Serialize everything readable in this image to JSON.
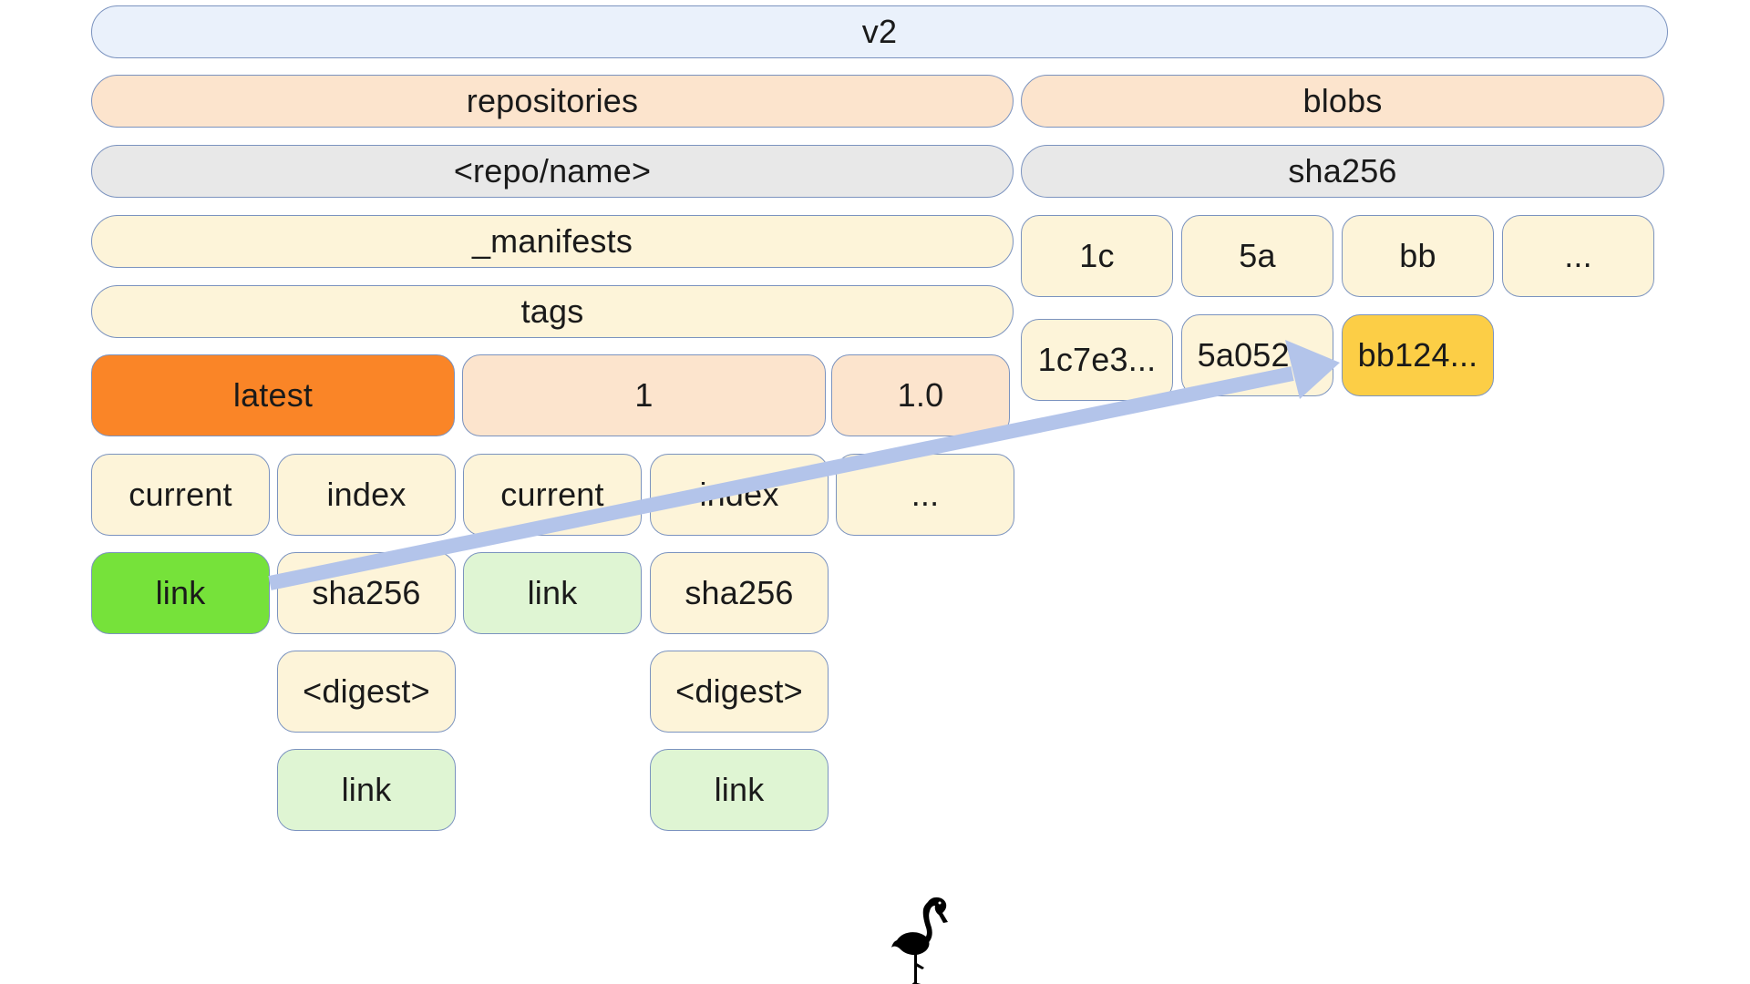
{
  "tree": {
    "root": "v2",
    "repositories": "repositories",
    "blobs": "blobs",
    "repo_name": "<repo/name>",
    "blobs_algo": "sha256",
    "manifests": "_manifests",
    "tags": "tags",
    "tag_latest": "latest",
    "tag_1": "1",
    "tag_1_0": "1.0",
    "latest_current": "current",
    "latest_index": "index",
    "one_current": "current",
    "one_index": "index",
    "tags_more": "...",
    "latest_current_link": "link",
    "latest_index_algo": "sha256",
    "one_current_link": "link",
    "one_index_algo": "sha256",
    "latest_index_digest": "<digest>",
    "one_index_digest": "<digest>",
    "latest_index_link": "link",
    "one_index_link": "link",
    "blob_prefix_1c": "1c",
    "blob_prefix_5a": "5a",
    "blob_prefix_bb": "bb",
    "blob_prefix_more": "...",
    "blob_1c7e3": "1c7e3...",
    "blob_5a052": "5a052...",
    "blob_bb124": "bb124..."
  },
  "arrow": {
    "from": "latest_current_link",
    "to": "blob_bb124",
    "color": "#b3c4ea"
  },
  "colors": {
    "highlight_tag": "#fa8527",
    "highlight_link": "#76e23a",
    "highlight_blob": "#fcce46"
  },
  "logo": {
    "icon": "flamingo-icon"
  }
}
